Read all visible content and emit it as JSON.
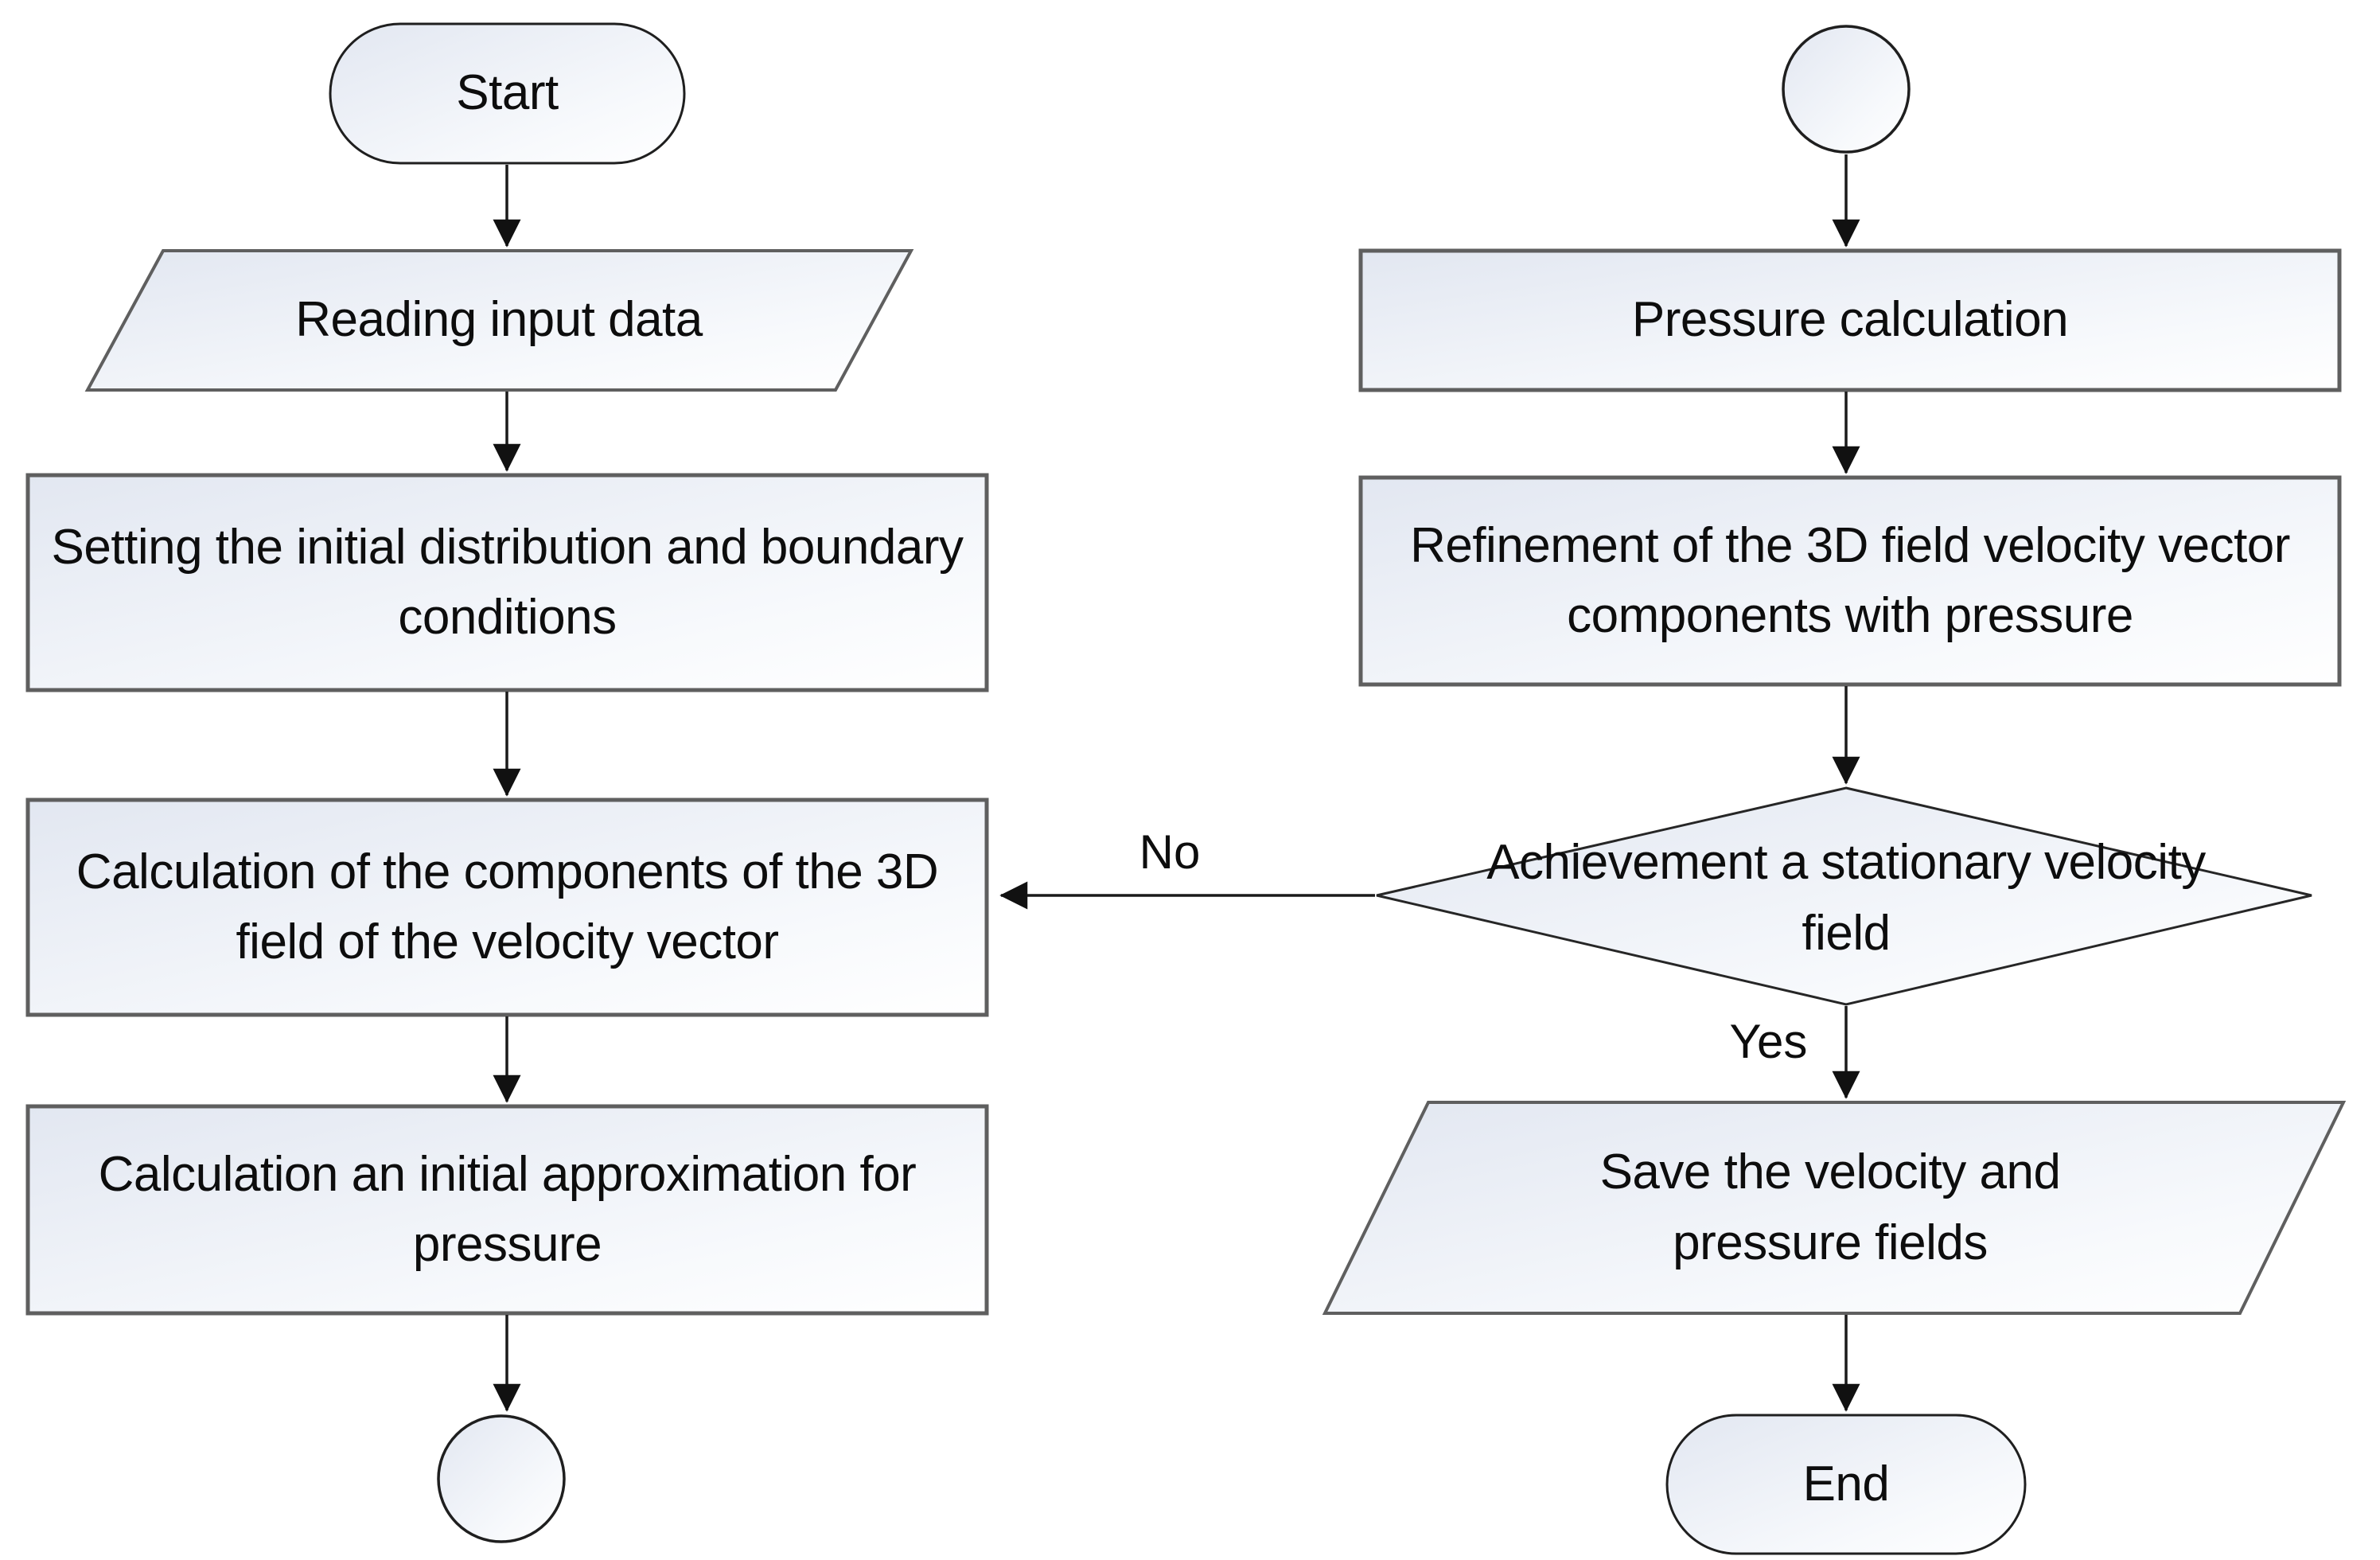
{
  "diagram": {
    "type": "flowchart",
    "colors": {
      "background": "#ffffff",
      "shape_fill_top": "#e2e7f1",
      "shape_fill_bottom": "#ffffff",
      "box_stroke": "#5f5f5f",
      "line_stroke": "#1a1a1a",
      "text": "#0d0d0d"
    },
    "nodes": [
      {
        "id": "start",
        "type": "terminator",
        "label": "Start"
      },
      {
        "id": "reading-input",
        "type": "data",
        "label": "Reading input data"
      },
      {
        "id": "setting-initial",
        "type": "process",
        "label": "Setting the initial distribution and boundary conditions"
      },
      {
        "id": "calc-velocity-components",
        "type": "process",
        "label": "Calculation of the components of the 3D field of the velocity vector"
      },
      {
        "id": "calc-initial-pressure",
        "type": "process",
        "label": "Calculation an initial approximation for pressure"
      },
      {
        "id": "connector-left",
        "type": "connector",
        "label": ""
      },
      {
        "id": "connector-right",
        "type": "connector",
        "label": ""
      },
      {
        "id": "pressure-calculation",
        "type": "process",
        "label": "Pressure calculation"
      },
      {
        "id": "refinement",
        "type": "process",
        "label": "Refinement of the 3D field velocity vector components with pressure"
      },
      {
        "id": "decision-stationary",
        "type": "decision",
        "label": "Achievement a stationary velocity field"
      },
      {
        "id": "save-fields",
        "type": "data",
        "label": "Save the velocity and pressure fields"
      },
      {
        "id": "end",
        "type": "terminator",
        "label": "End"
      }
    ],
    "edge_labels": {
      "no": "No",
      "yes": "Yes"
    }
  }
}
